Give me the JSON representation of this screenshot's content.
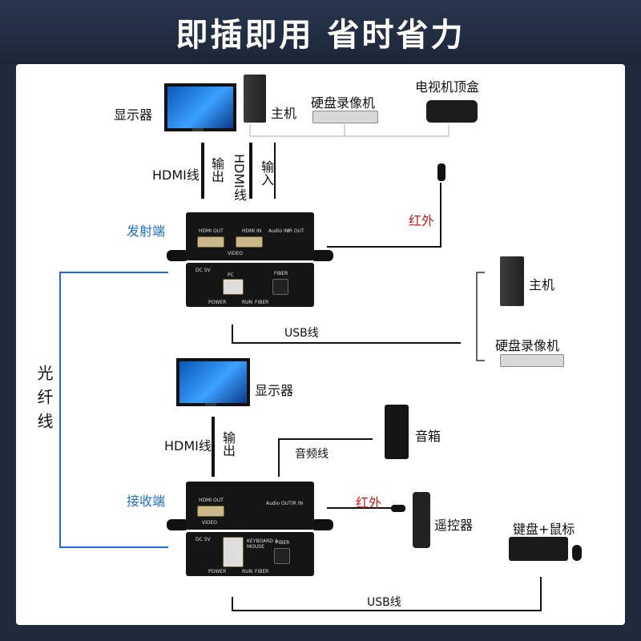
{
  "header": {
    "title": "即插即用 省时省力"
  },
  "labels": {
    "monitor_top": "显示器",
    "host_top": "主机",
    "nvr_top": "硬盘录像机",
    "settop": "电视机顶盒",
    "hdmi_top": "HDMI线",
    "output_top": "输出",
    "hdmi_vertical": "HDMI线",
    "input": "输入",
    "ir_top": "红外",
    "transmitter": "发射端",
    "host_right": "主机",
    "usb_top": "USB线",
    "nvr_right": "硬盘录像机",
    "fiber": "光纤线",
    "monitor_bottom": "显示器",
    "hdmi_bottom": "HDMI线",
    "output_bottom": "输出",
    "speaker": "音箱",
    "audio_cable": "音频线",
    "receiver": "接收端",
    "ir_bottom": "红外",
    "remote": "遥控器",
    "kbm": "键盘+鼠标",
    "usb_bottom": "USB线"
  },
  "transmitter_ports": {
    "hdmi_out": "HDMI OUT",
    "hdmi_in": "HDMI IN",
    "audio_in": "Audio IN",
    "ir_out": "IR OUT",
    "video": "VIDEO",
    "dc": "DC 5V",
    "power": "POWER",
    "pc": "PC",
    "run": "RUN",
    "fiber": "FIBER",
    "fiber2": "FIBER"
  },
  "receiver_ports": {
    "hdmi_out": "HDMI OUT",
    "audio_out": "Audio OUT",
    "ir_in": "IR IN",
    "video": "VIDEO",
    "dc": "DC 5V",
    "power": "POWER",
    "kbm": "KEYBOARD & MOUSE",
    "run": "RUN",
    "fiber": "FIBER",
    "fiber2": "FIBER"
  },
  "colors": {
    "accent_blue": "#1a6fd0",
    "accent_red": "#d01a1a",
    "background": "#1f2a3d"
  }
}
